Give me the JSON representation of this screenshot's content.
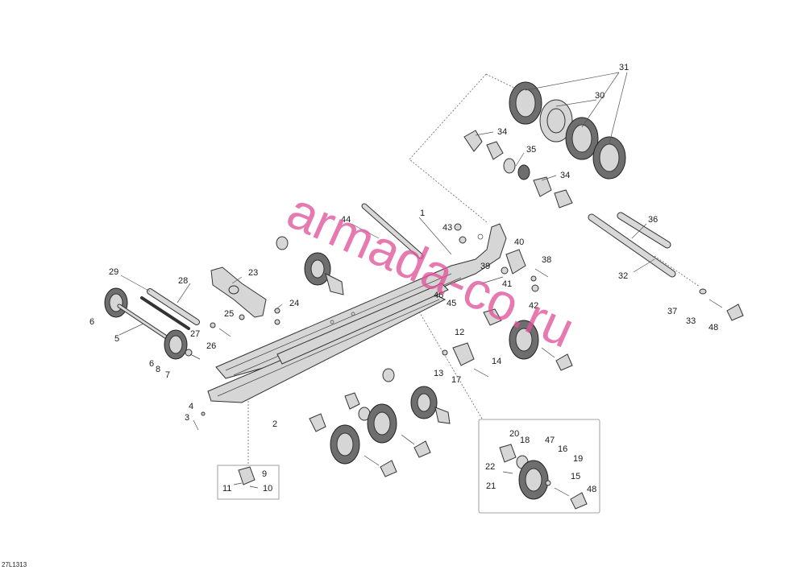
{
  "diagram": {
    "watermark": "armada-co.ru",
    "code": "27L1313",
    "callouts": [
      "1",
      "2",
      "3",
      "4",
      "5",
      "6",
      "6",
      "7",
      "8",
      "9",
      "10",
      "11",
      "12",
      "13",
      "14",
      "15",
      "16",
      "17",
      "18",
      "19",
      "20",
      "21",
      "22",
      "23",
      "24",
      "25",
      "26",
      "27",
      "28",
      "29",
      "30",
      "31",
      "32",
      "33",
      "34",
      "34",
      "35",
      "36",
      "37",
      "38",
      "39",
      "40",
      "41",
      "42",
      "43",
      "44",
      "45",
      "46",
      "47",
      "48",
      "48"
    ]
  }
}
